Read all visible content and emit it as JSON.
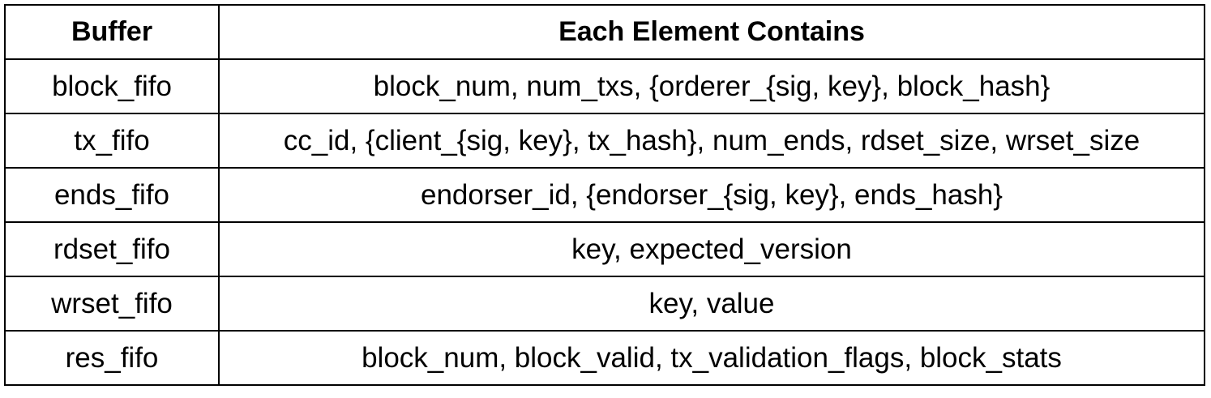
{
  "table": {
    "headers": [
      "Buffer",
      "Each Element Contains"
    ],
    "rows": [
      {
        "buffer": "block_fifo",
        "contents": "block_num, num_txs, {orderer_{sig, key}, block_hash}"
      },
      {
        "buffer": "tx_fifo",
        "contents": "cc_id, {client_{sig, key}, tx_hash}, num_ends, rdset_size, wrset_size"
      },
      {
        "buffer": "ends_fifo",
        "contents": "endorser_id, {endorser_{sig, key}, ends_hash}"
      },
      {
        "buffer": "rdset_fifo",
        "contents": "key, expected_version"
      },
      {
        "buffer": "wrset_fifo",
        "contents": "key, value"
      },
      {
        "buffer": "res_fifo",
        "contents": "block_num, block_valid, tx_validation_flags, block_stats"
      }
    ]
  }
}
